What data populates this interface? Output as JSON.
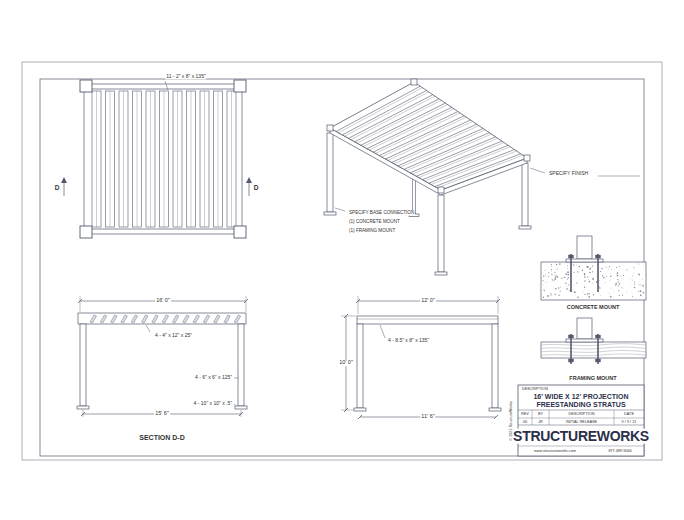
{
  "diagram": {
    "labels": [
      "11 - 2\" x 8\" x 135\"",
      "D",
      "D",
      "SPECIFY FINISH",
      "SPECIFY BASE CONNECTION",
      "(1) CONCRETE MOUNT",
      "(1) FRAMING MOUNT",
      "16' 0\"",
      "4 - 4\" x 12\" x 25\"",
      "4 - 6\" x 6\" x 125\"",
      "4 - 10\" x 10\" x .5\"",
      "15' 6\"",
      "SECTION D-D",
      "12' 0\"",
      "4 - 8.5\" x 8\" x 135\"",
      "10' 0\"",
      "11' 6\"",
      "CONCRETE MOUNT",
      "FRAMING MOUNT",
      "DESCRIPTION",
      "16' WIDE X 12' PROJECTION",
      "FREESTANDING STRATUS",
      "REV",
      "BY",
      "DESCRIPTION",
      "DATE",
      "00",
      "JR",
      "INITIAL RELEASE",
      "9 / 9 / 21",
      "STRUCTUREWORKS",
      "www.structureworks.com",
      "877.489.9064",
      "© 2021 StructureWorks"
    ]
  }
}
